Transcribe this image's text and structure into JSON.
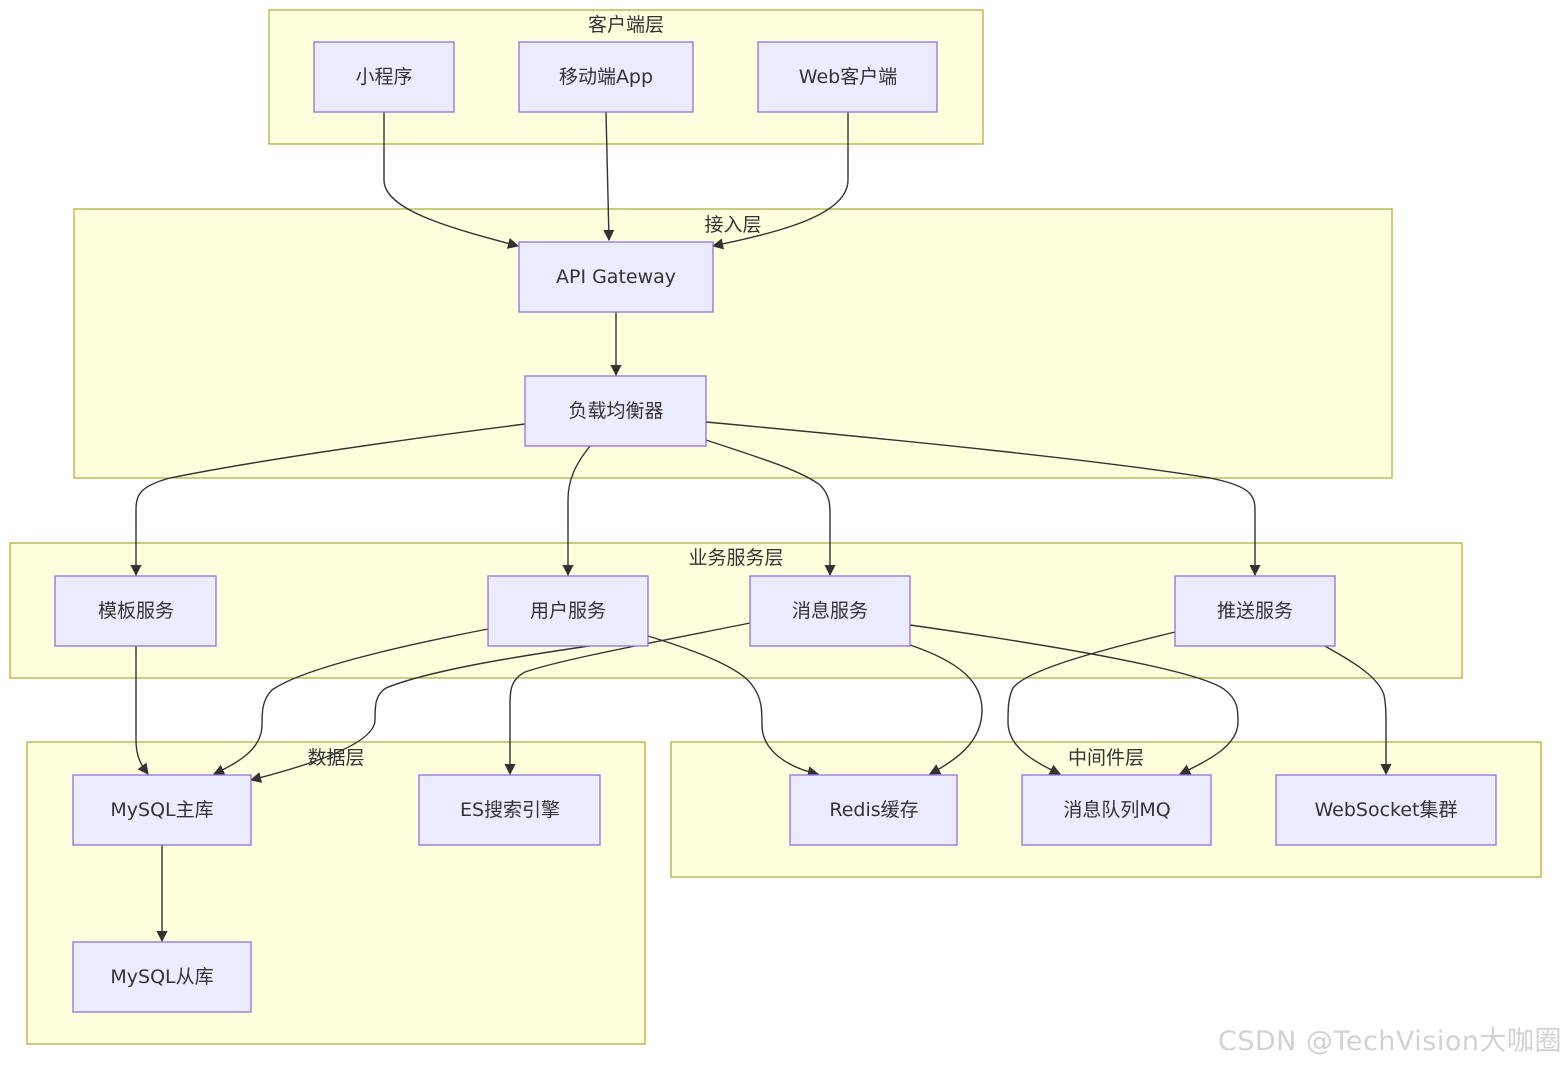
{
  "clusters": {
    "client": "客户端层",
    "access": "接入层",
    "business": "业务服务层",
    "data": "数据层",
    "middleware": "中间件层"
  },
  "nodes": {
    "miniprogram": "小程序",
    "mobile_app": "移动端App",
    "web_client": "Web客户端",
    "api_gateway": "API Gateway",
    "load_balancer": "负载均衡器",
    "template_service": "模板服务",
    "user_service": "用户服务",
    "message_service": "消息服务",
    "push_service": "推送服务",
    "mysql_master": "MySQL主库",
    "mysql_slave": "MySQL从库",
    "es_search": "ES搜索引擎",
    "redis_cache": "Redis缓存",
    "message_queue": "消息队列MQ",
    "websocket_cluster": "WebSocket集群"
  },
  "edges": [
    {
      "from": "miniprogram",
      "to": "api_gateway"
    },
    {
      "from": "mobile_app",
      "to": "api_gateway"
    },
    {
      "from": "web_client",
      "to": "api_gateway"
    },
    {
      "from": "api_gateway",
      "to": "load_balancer"
    },
    {
      "from": "load_balancer",
      "to": "template_service"
    },
    {
      "from": "load_balancer",
      "to": "user_service"
    },
    {
      "from": "load_balancer",
      "to": "message_service"
    },
    {
      "from": "load_balancer",
      "to": "push_service"
    },
    {
      "from": "template_service",
      "to": "mysql_master"
    },
    {
      "from": "user_service",
      "to": "mysql_master"
    },
    {
      "from": "user_service",
      "to": "redis_cache"
    },
    {
      "from": "message_service",
      "to": "mysql_master"
    },
    {
      "from": "message_service",
      "to": "es_search"
    },
    {
      "from": "message_service",
      "to": "redis_cache"
    },
    {
      "from": "message_service",
      "to": "message_queue"
    },
    {
      "from": "push_service",
      "to": "message_queue"
    },
    {
      "from": "push_service",
      "to": "websocket_cluster"
    },
    {
      "from": "mysql_master",
      "to": "mysql_slave"
    }
  ],
  "watermark": "CSDN @TechVision大咖圈"
}
